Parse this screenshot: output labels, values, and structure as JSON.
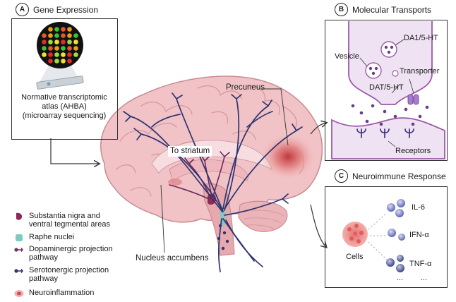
{
  "panel_a": {
    "badge": "A",
    "title": "Gene Expression",
    "caption": [
      "Normative transcriptomic",
      "atlas (AHBA)",
      "(microarray sequencing)"
    ]
  },
  "panel_b": {
    "badge": "B",
    "title": "Molecular Transports",
    "labels": {
      "da1": "DA1/5-HT",
      "vesicle": "Vesicle",
      "transporter": "Transporter",
      "dat": "DAT/5-HT",
      "receptors": "Receptors"
    }
  },
  "panel_c": {
    "badge": "C",
    "title": "Neuroimmune Response",
    "cells": "Cells",
    "cytokines": [
      "IL-6",
      "IFN-α",
      "TNF-α"
    ],
    "ellipsis": [
      "...",
      "..."
    ]
  },
  "brain": {
    "precuneus": "Precuneus",
    "to_striatum": "To striatum",
    "nucleus_accumbens": "Nucleus accumbens"
  },
  "legend": [
    {
      "icon": "substantia-nigra-swatch",
      "lines": [
        "Substantia nigra and",
        "ventral tegmental areas"
      ],
      "color": "#8e2a5a"
    },
    {
      "icon": "raphe-swatch",
      "lines": [
        "Raphe nuclei"
      ],
      "color": "#7fc9c0"
    },
    {
      "icon": "dopaminergic-pathway-icon",
      "lines": [
        "Dopaminergic projection",
        "pathway"
      ],
      "color": "#7b2a5e"
    },
    {
      "icon": "serotonergic-pathway-icon",
      "lines": [
        "Serotonergic projection",
        "pathway"
      ],
      "color": "#2d3470"
    },
    {
      "icon": "neuroinflammation-swatch",
      "lines": [
        "Neuroinflammation"
      ],
      "color": "#d96a6a"
    }
  ]
}
